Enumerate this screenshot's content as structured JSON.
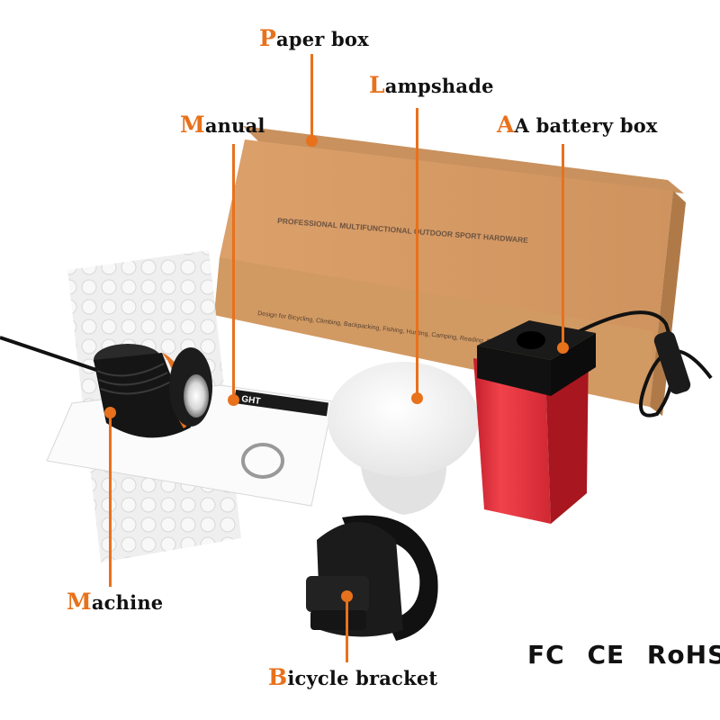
{
  "labels": {
    "paper_box": {
      "first": "P",
      "rest": "aper box"
    },
    "lampshade": {
      "first": "L",
      "rest": "ampshade"
    },
    "manual": {
      "first": "M",
      "rest": "anual"
    },
    "battery_box": {
      "first": "A",
      "rest": "A battery box"
    },
    "machine": {
      "first": "M",
      "rest": "achine"
    },
    "bracket": {
      "first": "B",
      "rest": "icycle bracket"
    }
  },
  "box_print": {
    "line1": "PROFESSIONAL MULTIFUNCTIONAL OUTDOOR SPORT HARDWARE",
    "line2": "Design for Bicycling, Climbing, Backpacking, Fishing, Hunting, Camping, Reading, Repairing..."
  },
  "manual_print": "GHT",
  "certifications": [
    "FC",
    "CE",
    "RoHS"
  ],
  "colors": {
    "accent": "#e8711c",
    "box": "#d9a06a",
    "battery": "#e8303a",
    "lamp_body": "#151515"
  }
}
